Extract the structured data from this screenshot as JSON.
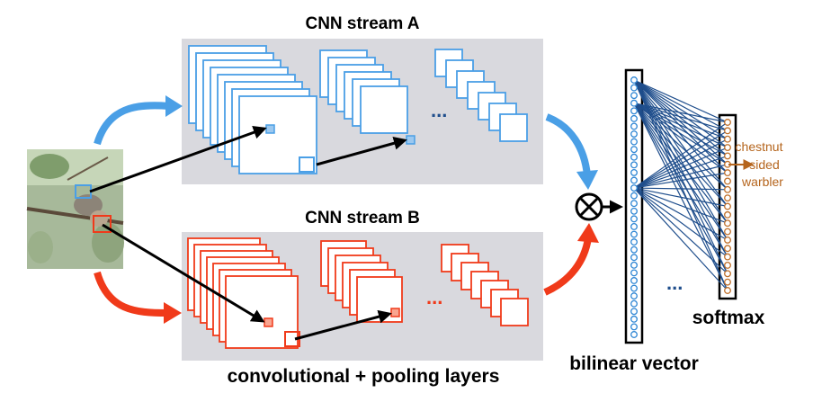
{
  "labels": {
    "stream_a": "CNN stream A",
    "stream_b": "CNN stream B",
    "conv_layers": "convolutional + pooling layers",
    "bilinear": "bilinear vector",
    "softmax": "softmax",
    "ellipsis": "...",
    "output_class": [
      "chestnut",
      "sided",
      "warbler"
    ]
  },
  "colors": {
    "stream_a": "#4a9fe6",
    "stream_b": "#f03a1a",
    "panel": "#d9d9de",
    "edges": "#1f4e8c",
    "bilinear_nodes": "#2e86d4",
    "softmax_nodes": "#c0702a",
    "output_text": "#b5651d"
  },
  "counts": {
    "bilinear_nodes": 34,
    "softmax_nodes": 21
  },
  "icons": {
    "outer_product": "circled-times-icon",
    "input_image": "bird-photo"
  }
}
